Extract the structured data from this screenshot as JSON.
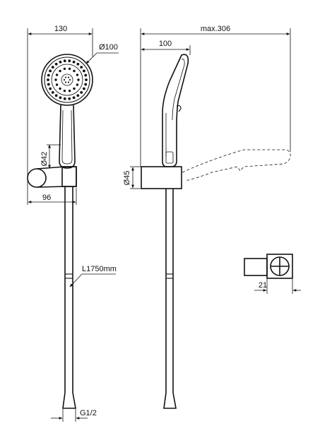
{
  "dimensions": {
    "front_width": "130",
    "head_diameter": "Ø100",
    "handle_diameter": "Ø42",
    "holder_width": "96",
    "hose_length": "L1750mm",
    "thread": "G1/2",
    "max_reach": "max.306",
    "head_offset": "100",
    "holder_diameter": "Ø45",
    "detail_width": "21"
  }
}
